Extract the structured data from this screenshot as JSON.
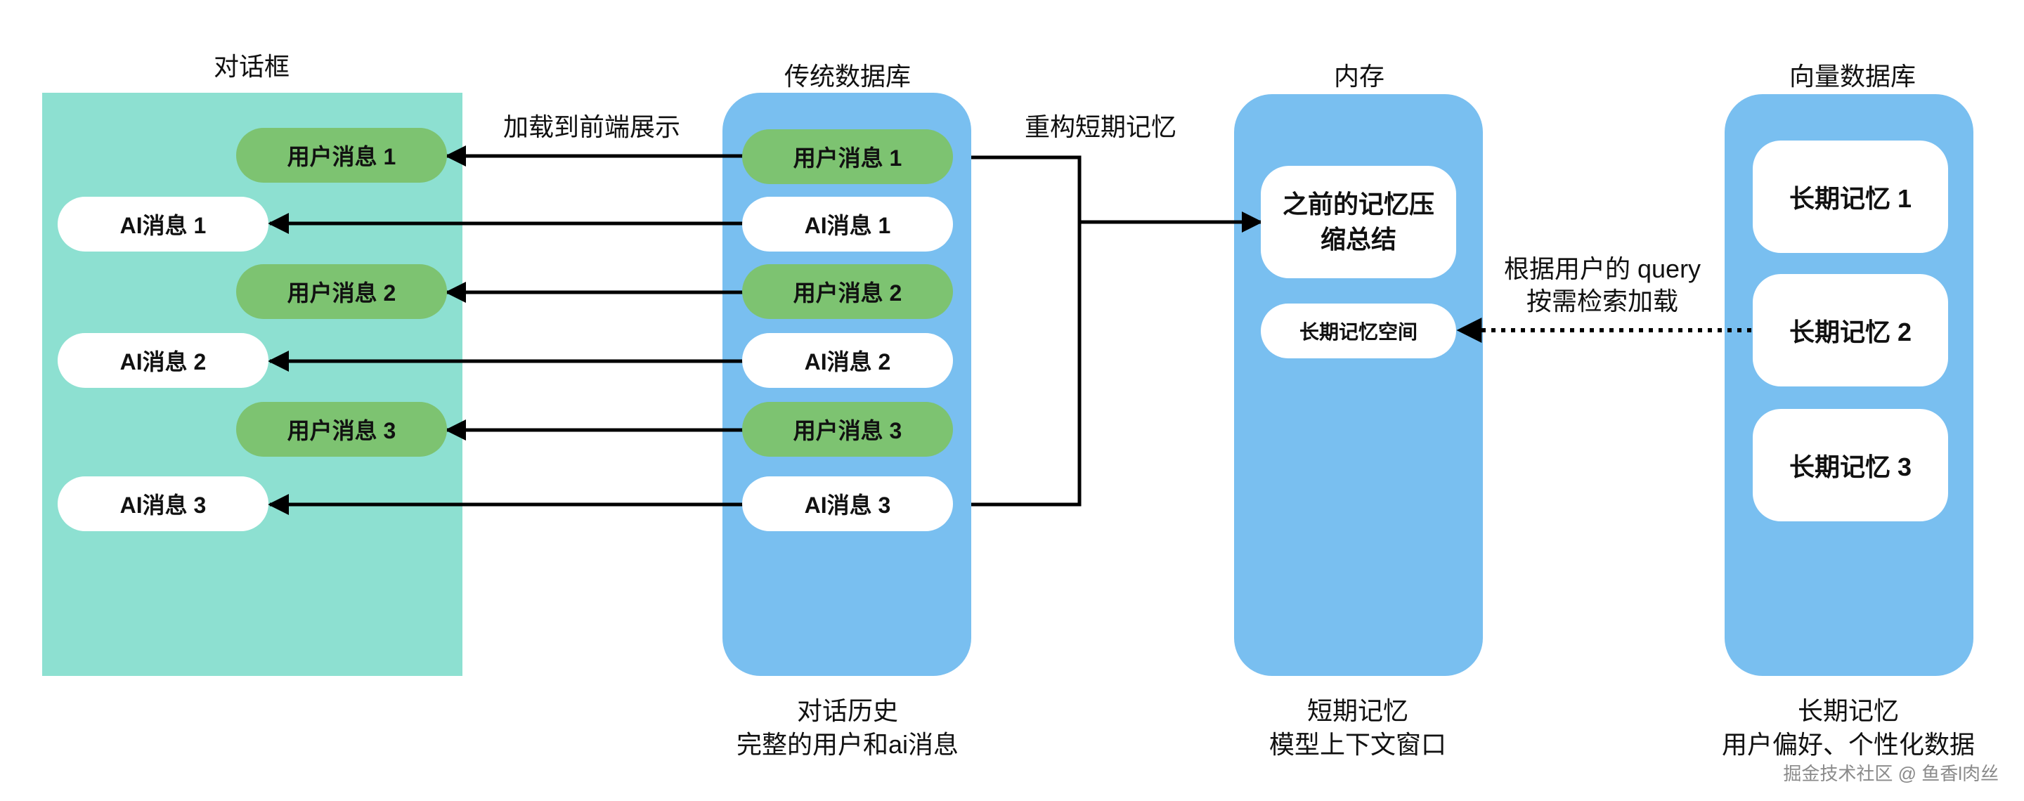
{
  "columns": {
    "dialog": {
      "title": "对话框"
    },
    "traditional_db": {
      "title": "传统数据库",
      "caption_line1": "对话历史",
      "caption_line2": "完整的用户和ai消息"
    },
    "memory": {
      "title": "内存",
      "caption_line1": "短期记忆",
      "caption_line2": "模型上下文窗口"
    },
    "vector_db": {
      "title": "向量数据库",
      "caption_line1": "长期记忆",
      "caption_line2": "用户偏好、个性化数据"
    }
  },
  "messages": [
    {
      "type": "user",
      "label": "用户消息 1"
    },
    {
      "type": "ai",
      "label": "AI消息 1"
    },
    {
      "type": "user",
      "label": "用户消息 2"
    },
    {
      "type": "ai",
      "label": "AI消息 2"
    },
    {
      "type": "user",
      "label": "用户消息 3"
    },
    {
      "type": "ai",
      "label": "AI消息 3"
    }
  ],
  "memory_boxes": {
    "summary_line1": "之前的记忆压",
    "summary_line2": "缩总结",
    "long_term_space": "长期记忆空间"
  },
  "vector_items": [
    "长期记忆 1",
    "长期记忆 2",
    "长期记忆 3"
  ],
  "annotations": {
    "load_frontend": "加载到前端展示",
    "rebuild_short_term": "重构短期记忆",
    "retrieve_line1": "根据用户的 query",
    "retrieve_line2": "按需检索加载"
  },
  "watermark": "掘金技术社区 @ 鱼香l肉丝",
  "colors": {
    "dialog_bg": "#8de0d1",
    "panel_blue": "#79bff0",
    "user_pill": "#7dc371",
    "ai_pill": "#ffffff",
    "arrow": "#000000"
  }
}
